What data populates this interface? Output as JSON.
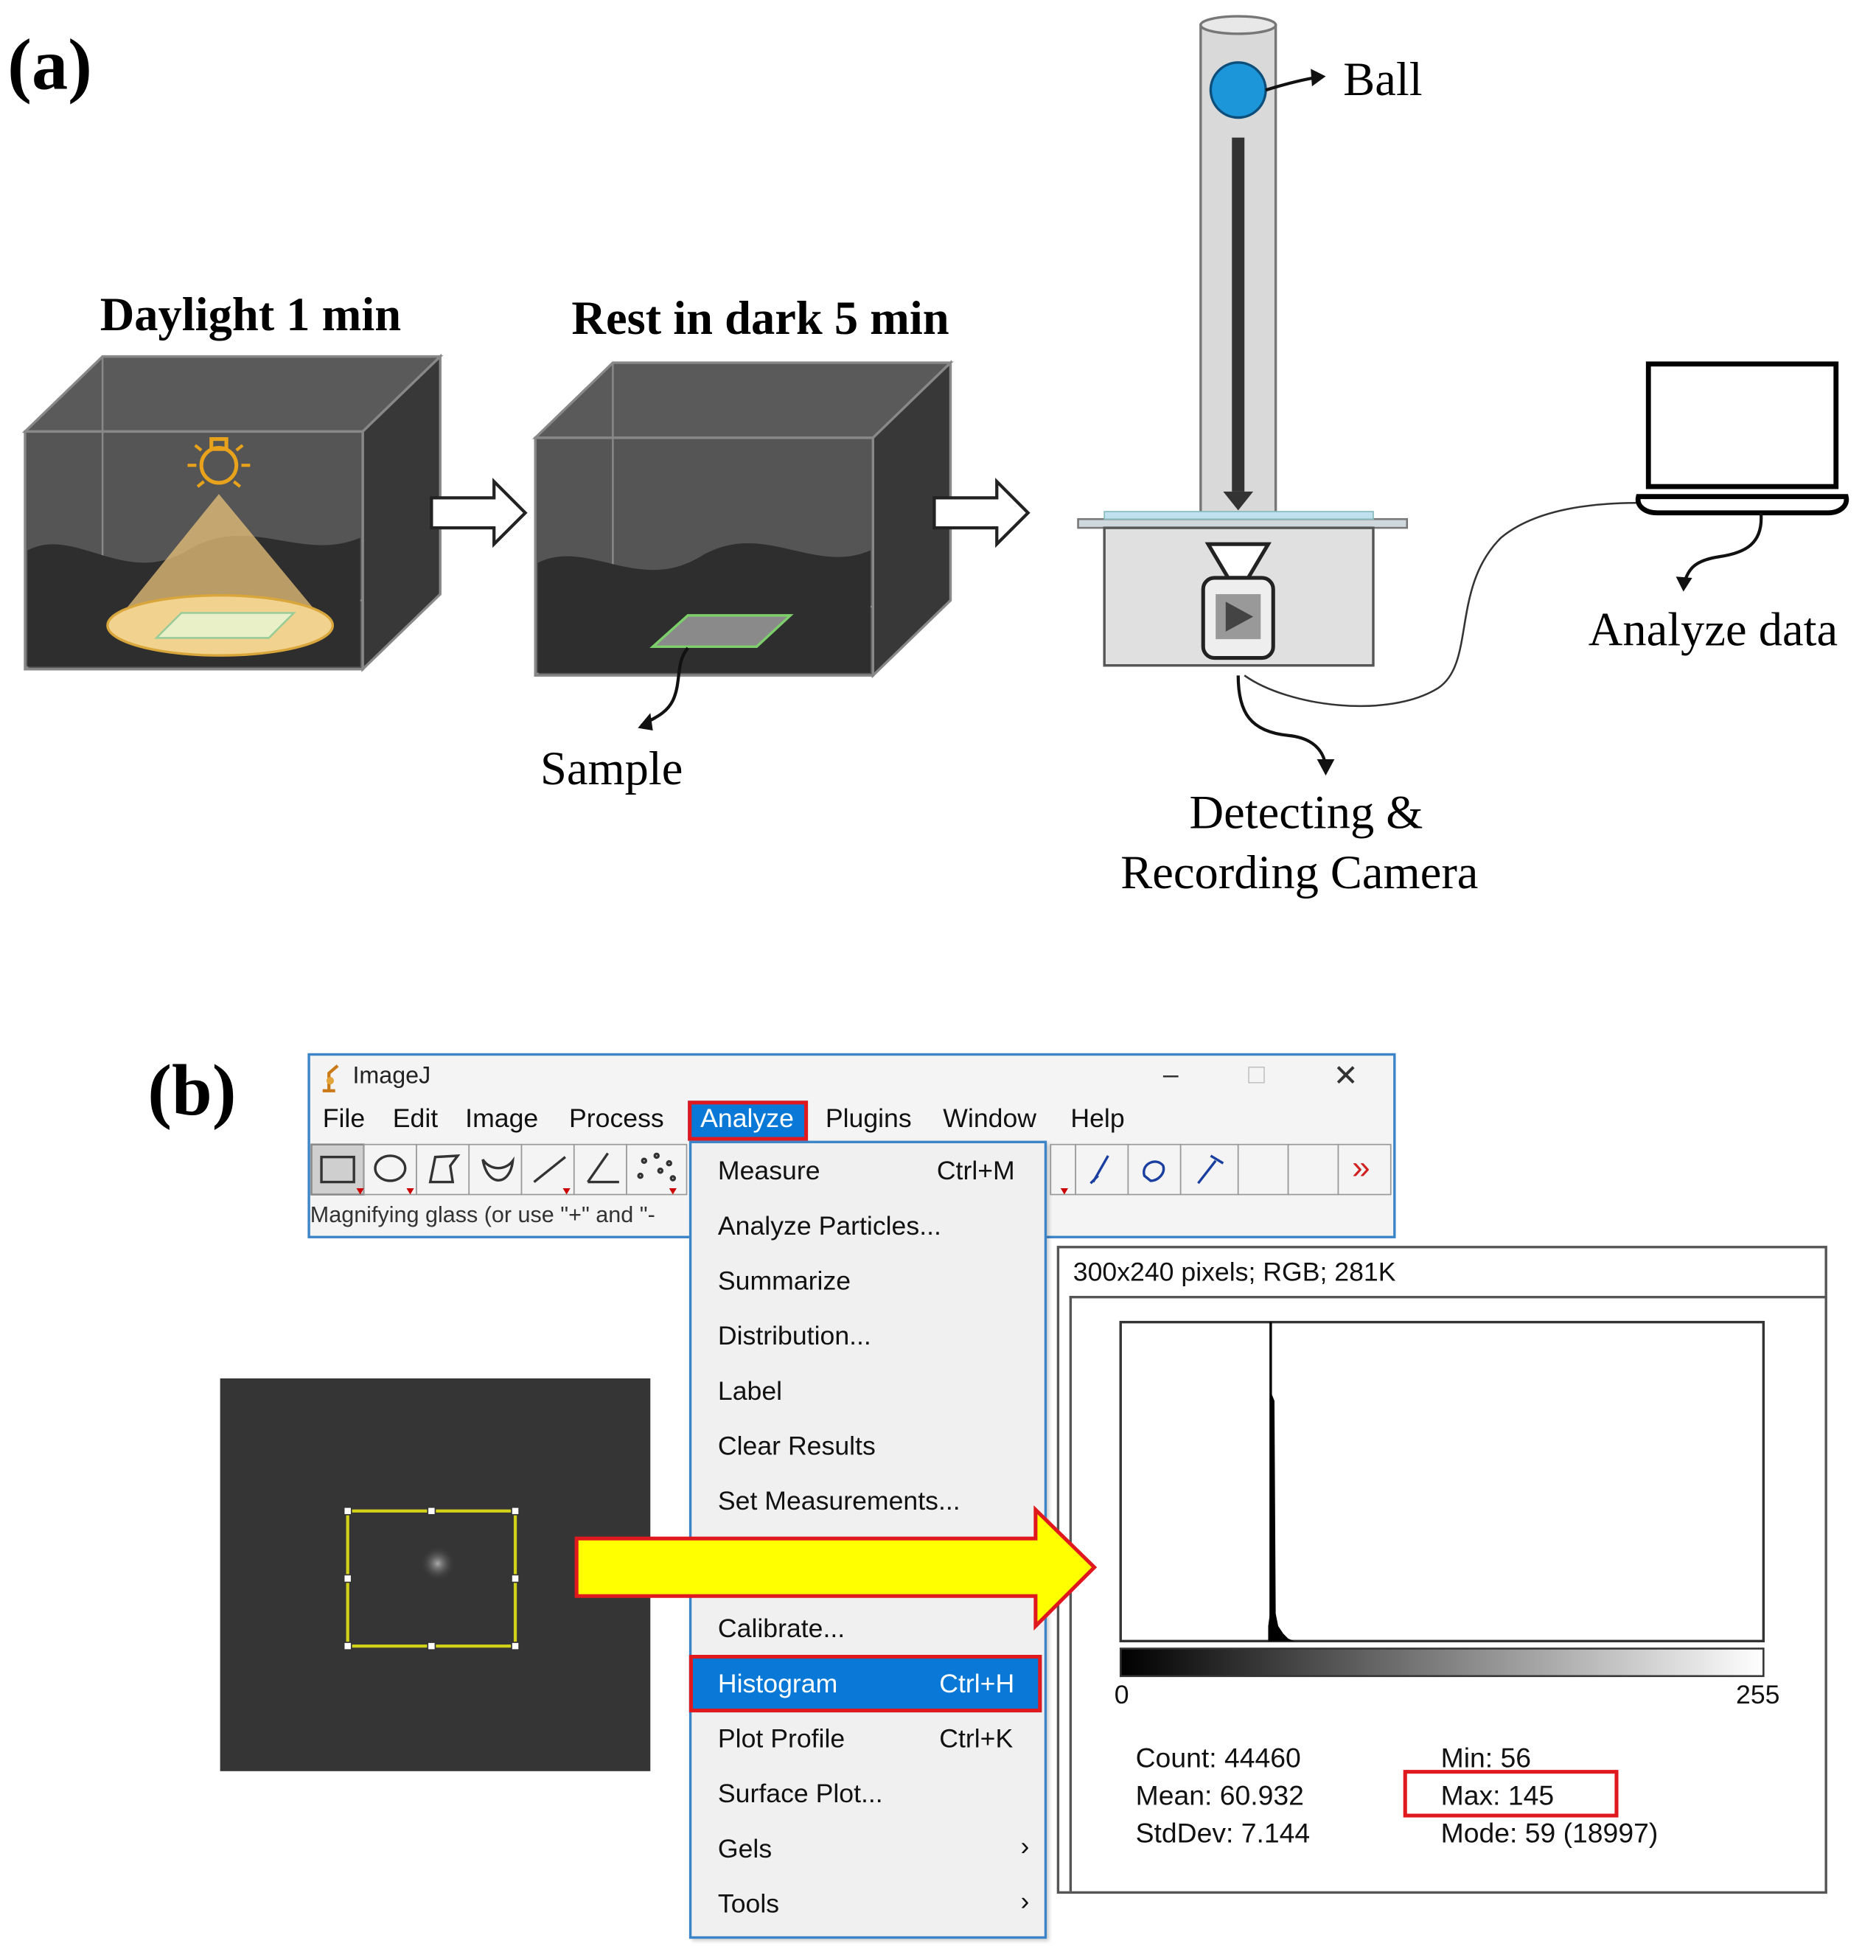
{
  "panel_a": {
    "label": "(a)",
    "step1_title": "Daylight 1 min",
    "step2_title": "Rest in dark 5 min",
    "sample_label": "Sample",
    "ball_label": "Ball",
    "camera_label_line1": "Detecting &",
    "camera_label_line2": "Recording Camera",
    "analyze_label": "Analyze data"
  },
  "panel_b": {
    "label": "(b)",
    "window": {
      "title": "ImageJ",
      "controls": [
        "–",
        "□",
        "✕"
      ],
      "menus": [
        "File",
        "Edit",
        "Image",
        "Process",
        "Analyze",
        "Plugins",
        "Window",
        "Help"
      ],
      "active_menu": "Analyze",
      "status_text": "Magnifying glass (or use \"+\" and \"-",
      "toolbar_more": "»"
    },
    "dropdown": {
      "items": [
        {
          "label": "Measure",
          "shortcut": "Ctrl+M"
        },
        {
          "label": "Analyze Particles...",
          "shortcut": ""
        },
        {
          "label": "Summarize",
          "shortcut": ""
        },
        {
          "label": "Distribution...",
          "shortcut": ""
        },
        {
          "label": "Label",
          "shortcut": ""
        },
        {
          "label": "Clear Results",
          "shortcut": ""
        },
        {
          "label": "Set Measurements...",
          "shortcut": ""
        },
        {
          "label": "Calibrate...",
          "shortcut": ""
        },
        {
          "label": "Histogram",
          "shortcut": "Ctrl+H"
        },
        {
          "label": "Plot Profile",
          "shortcut": "Ctrl+K"
        },
        {
          "label": "Surface Plot...",
          "shortcut": ""
        },
        {
          "label": "Gels",
          "shortcut": "›"
        },
        {
          "label": "Tools",
          "shortcut": "›"
        }
      ],
      "highlighted": "Histogram"
    },
    "histogram": {
      "header": "300x240 pixels; RGB; 281K",
      "axis_min": "0",
      "axis_max": "255",
      "count": "Count: 44460",
      "mean": "Mean: 60.932",
      "stddev": "StdDev: 7.144",
      "min": "Min: 56",
      "max": "Max: 145",
      "mode": "Mode: 59 (18997)"
    },
    "colors": {
      "highlight_blue": "#0a78d7",
      "red_box": "#e0191f",
      "arrow_yellow": "#ffff00",
      "ball_blue": "#1c96d8",
      "lamp_orange": "#e8a21b"
    }
  }
}
